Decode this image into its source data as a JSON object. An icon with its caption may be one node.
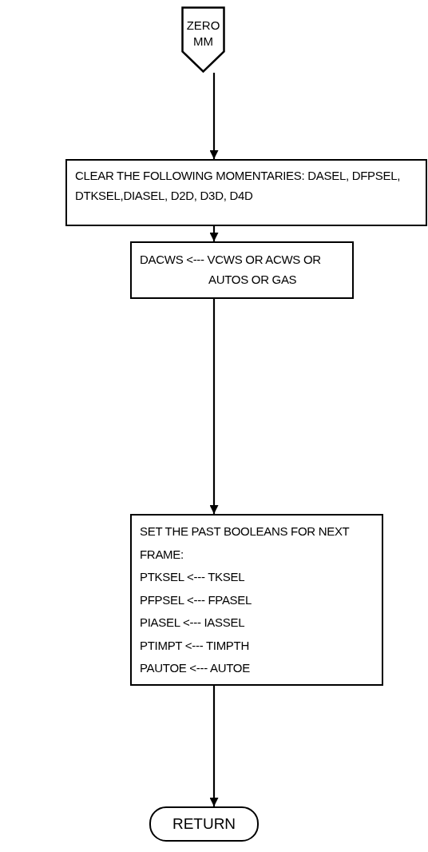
{
  "diagram": {
    "nodes": [
      {
        "text": [
          "ZERO MM"
        ]
      },
      {
        "text": [
          "CLEAR THE FOLLOWING  MOMENTARIES: DASEL, DFPSEL, DTKSEL,DIASEL, D2D, D3D, D4D"
        ]
      },
      {
        "text": [
          "DACWS <--- VCWS OR ACWS OR AUTOS OR GAS"
        ]
      },
      {
        "text": [
          "SET THE PAST BOOLEANS FOR NEXT FRAME:",
          "PTKSEL <--- TKSEL",
          "PFPSEL <--- FPASEL",
          "PIASEL <--- IASSEL",
          "PTIMPT <--- TIMPTH",
          "PAUTOE <--- AUTOE"
        ]
      },
      {
        "text": [
          "RETURN"
        ]
      }
    ],
    "edges": [
      {
        "from": 0,
        "to": 1,
        "arrow": "to"
      },
      {
        "from": 1,
        "to": 2,
        "arrow": "to"
      },
      {
        "from": 2,
        "to": 3,
        "arrow": "to"
      },
      {
        "from": 3,
        "to": 4,
        "arrow": "to"
      }
    ]
  }
}
